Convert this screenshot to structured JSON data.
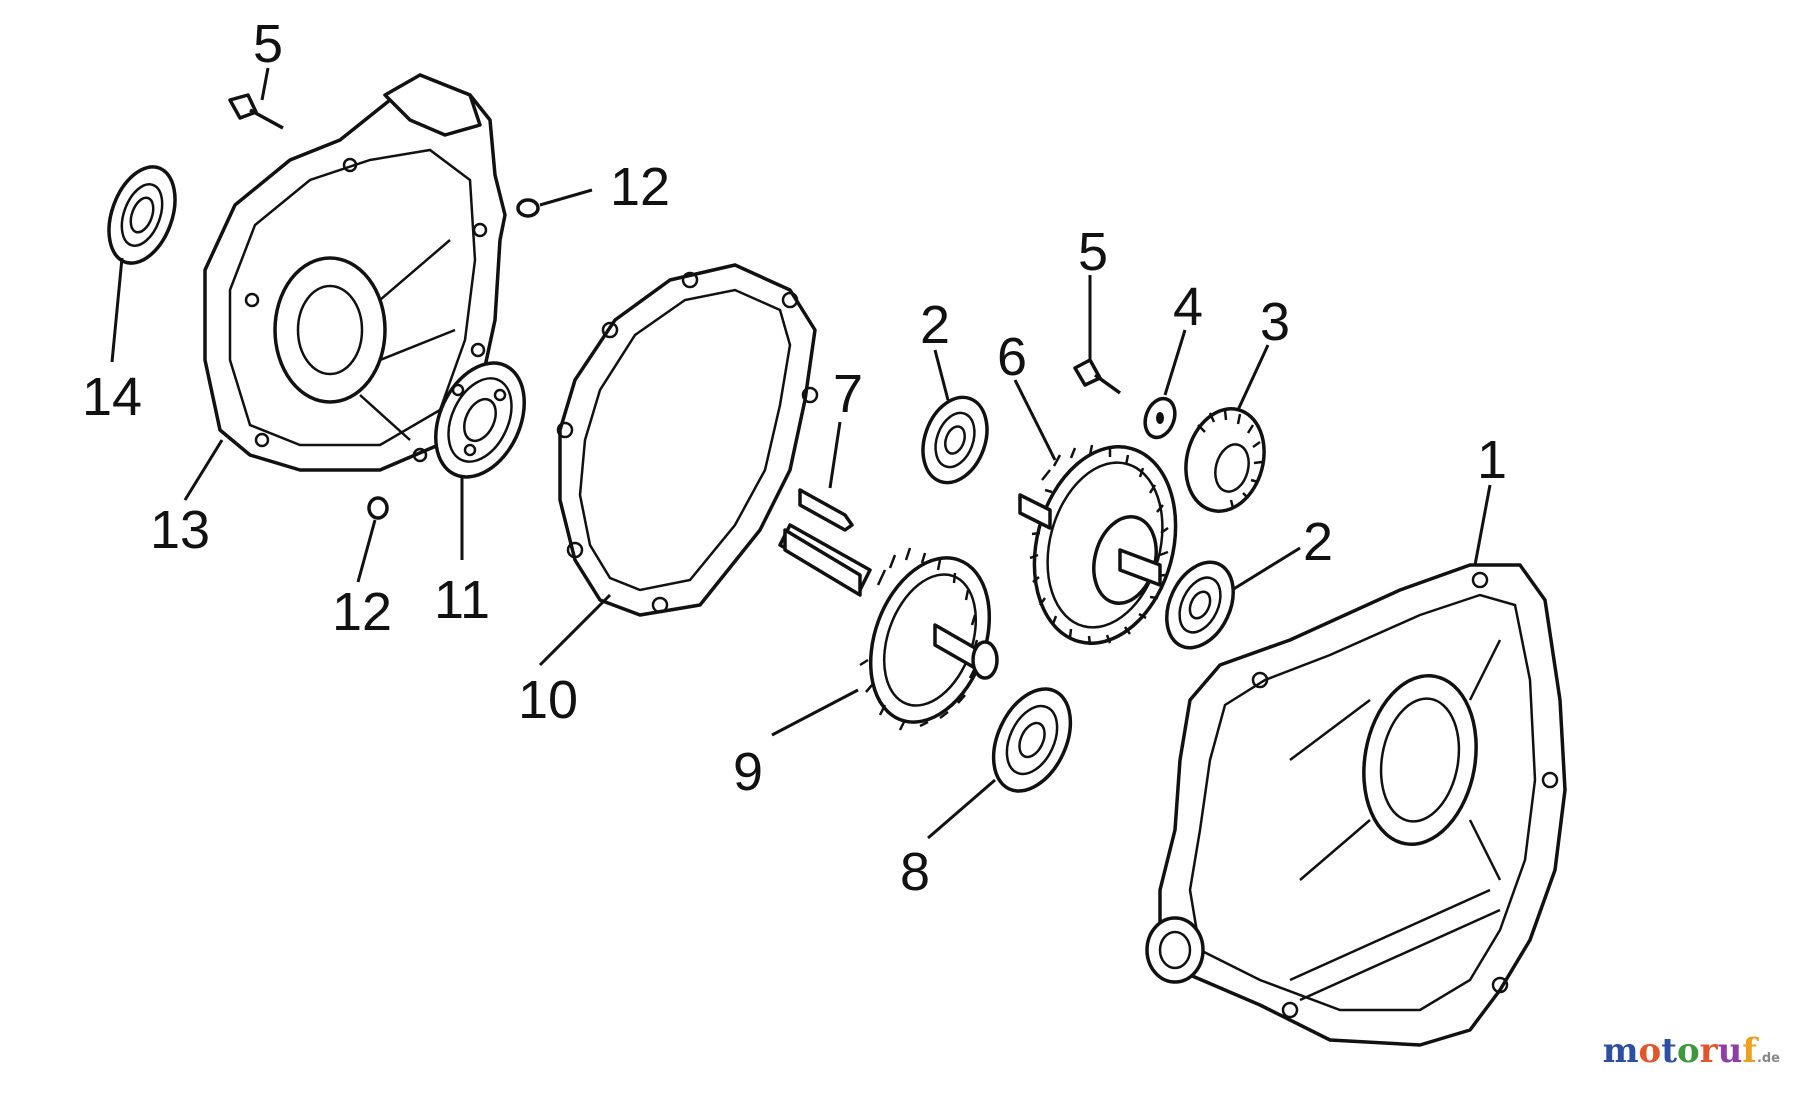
{
  "callouts": {
    "c1": "1",
    "c2a": "2",
    "c2b": "2",
    "c3": "3",
    "c4": "4",
    "c5a": "5",
    "c5b": "5",
    "c6": "6",
    "c7": "7",
    "c8": "8",
    "c9": "9",
    "c10": "10",
    "c11": "11",
    "c12a": "12",
    "c12b": "12",
    "c13": "13",
    "c14": "14"
  },
  "watermark": {
    "text": "motoruf",
    "suffix": ".de",
    "letter_colors": [
      "#2c4fa3",
      "#e4542b",
      "#2c4fa3",
      "#3c9a3c",
      "#e4542b",
      "#8d3fa6",
      "#f0a020"
    ]
  }
}
